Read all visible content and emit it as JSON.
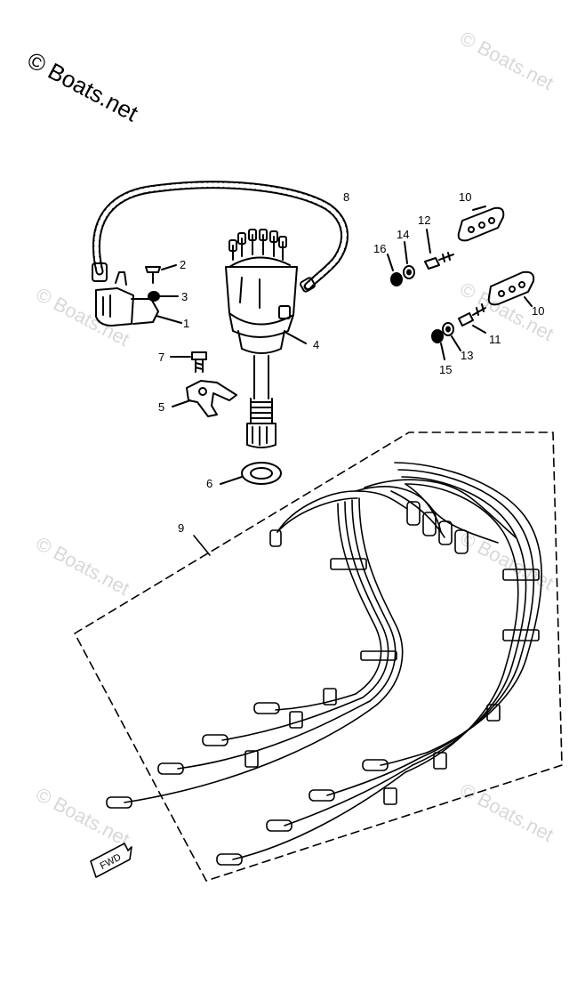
{
  "watermark": {
    "main": "© Boats.net",
    "faint": "© Boats.net"
  },
  "callouts": [
    "1",
    "2",
    "3",
    "4",
    "5",
    "6",
    "7",
    "8",
    "9",
    "10",
    "10",
    "11",
    "12",
    "13",
    "14",
    "15",
    "16"
  ],
  "fwd_label": "FWD"
}
